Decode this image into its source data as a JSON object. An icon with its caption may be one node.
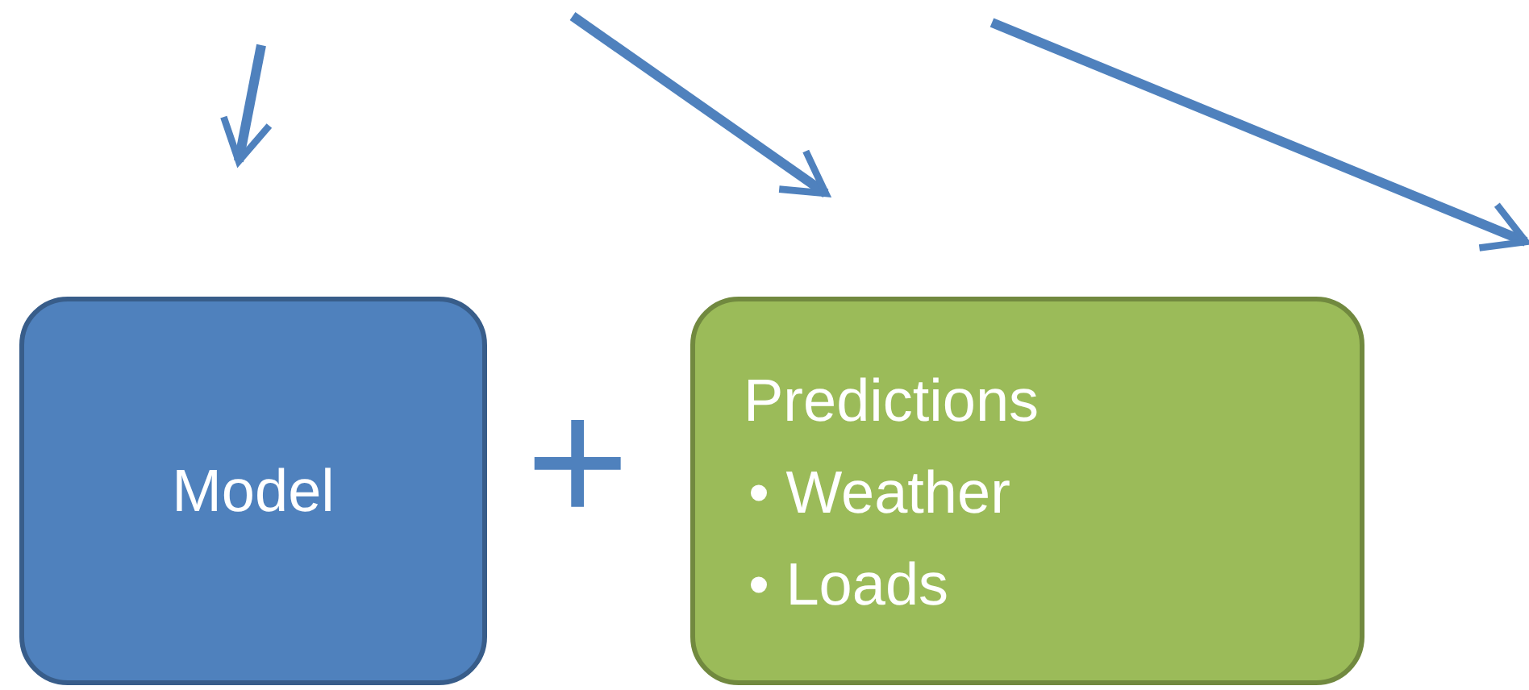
{
  "diagram": {
    "nodes": [
      {
        "text": [
          "Model"
        ]
      },
      {
        "text": [
          "Predictions",
          "• Weather",
          "• Loads"
        ]
      }
    ],
    "labels": [
      "+"
    ]
  }
}
